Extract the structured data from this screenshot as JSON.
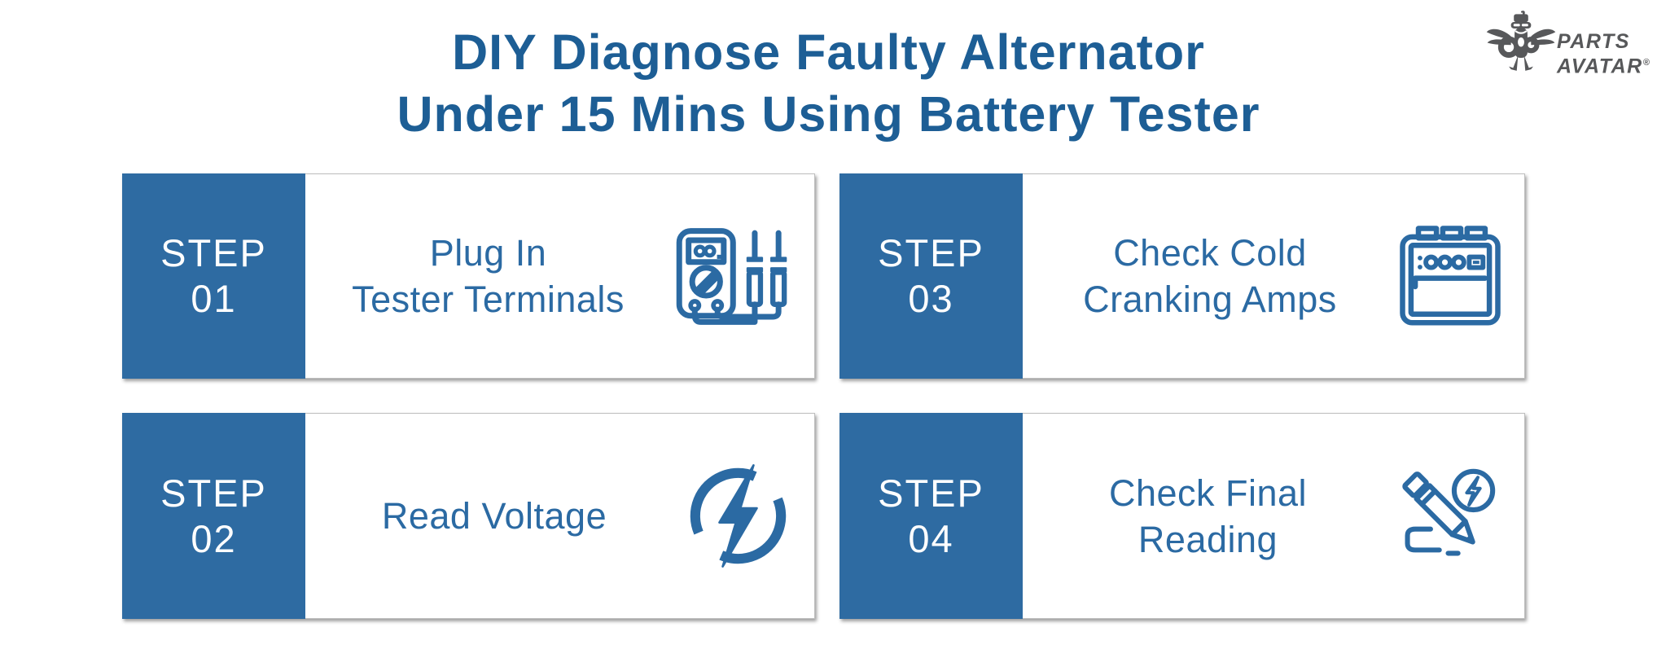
{
  "title": {
    "line1": "DIY Diagnose Faulty Alternator",
    "line2": "Under 15 Mins Using Battery Tester"
  },
  "logo": {
    "line1": "PARTS",
    "line2": "AVATAR",
    "registered": "®",
    "icon": "parts-avatar-mascot-icon"
  },
  "colors": {
    "accent_blue": "#2e6ba2",
    "title_text_blue": "#1d5e95",
    "card_text_blue": "#2b6aa3",
    "logo_gray": "#57585a",
    "card_border_gray": "#bdbdbd",
    "card_background": "#ffffff"
  },
  "steps": [
    {
      "label": "STEP",
      "number": "01",
      "line1": "Plug In",
      "line2": "Tester Terminals",
      "icon": "multimeter-icon"
    },
    {
      "label": "STEP",
      "number": "03",
      "line1": "Check Cold",
      "line2": "Cranking Amps",
      "icon": "battery-tester-icon"
    },
    {
      "label": "STEP",
      "number": "02",
      "line1": "Read Voltage",
      "line2": "",
      "icon": "lightning-bolt-icon"
    },
    {
      "label": "STEP",
      "number": "04",
      "line1": "Check Final",
      "line2": "Reading",
      "icon": "pencil-reading-icon"
    }
  ]
}
